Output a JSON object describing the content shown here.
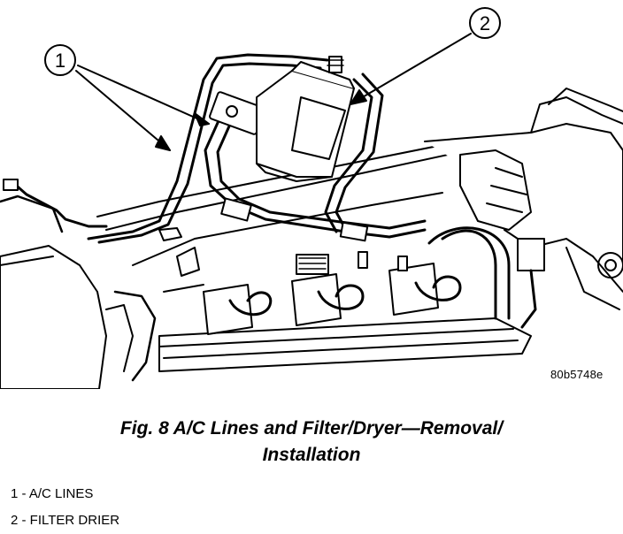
{
  "figure": {
    "code": "80b5748e",
    "caption_line1": "Fig. 8 A/C Lines and Filter/Dryer—Removal/",
    "caption_line2": "Installation"
  },
  "callouts": [
    {
      "number": "1"
    },
    {
      "number": "2"
    }
  ],
  "legend": [
    {
      "number": "1",
      "text": "1 - A/C LINES"
    },
    {
      "number": "2",
      "text": "2 - FILTER DRIER"
    }
  ]
}
